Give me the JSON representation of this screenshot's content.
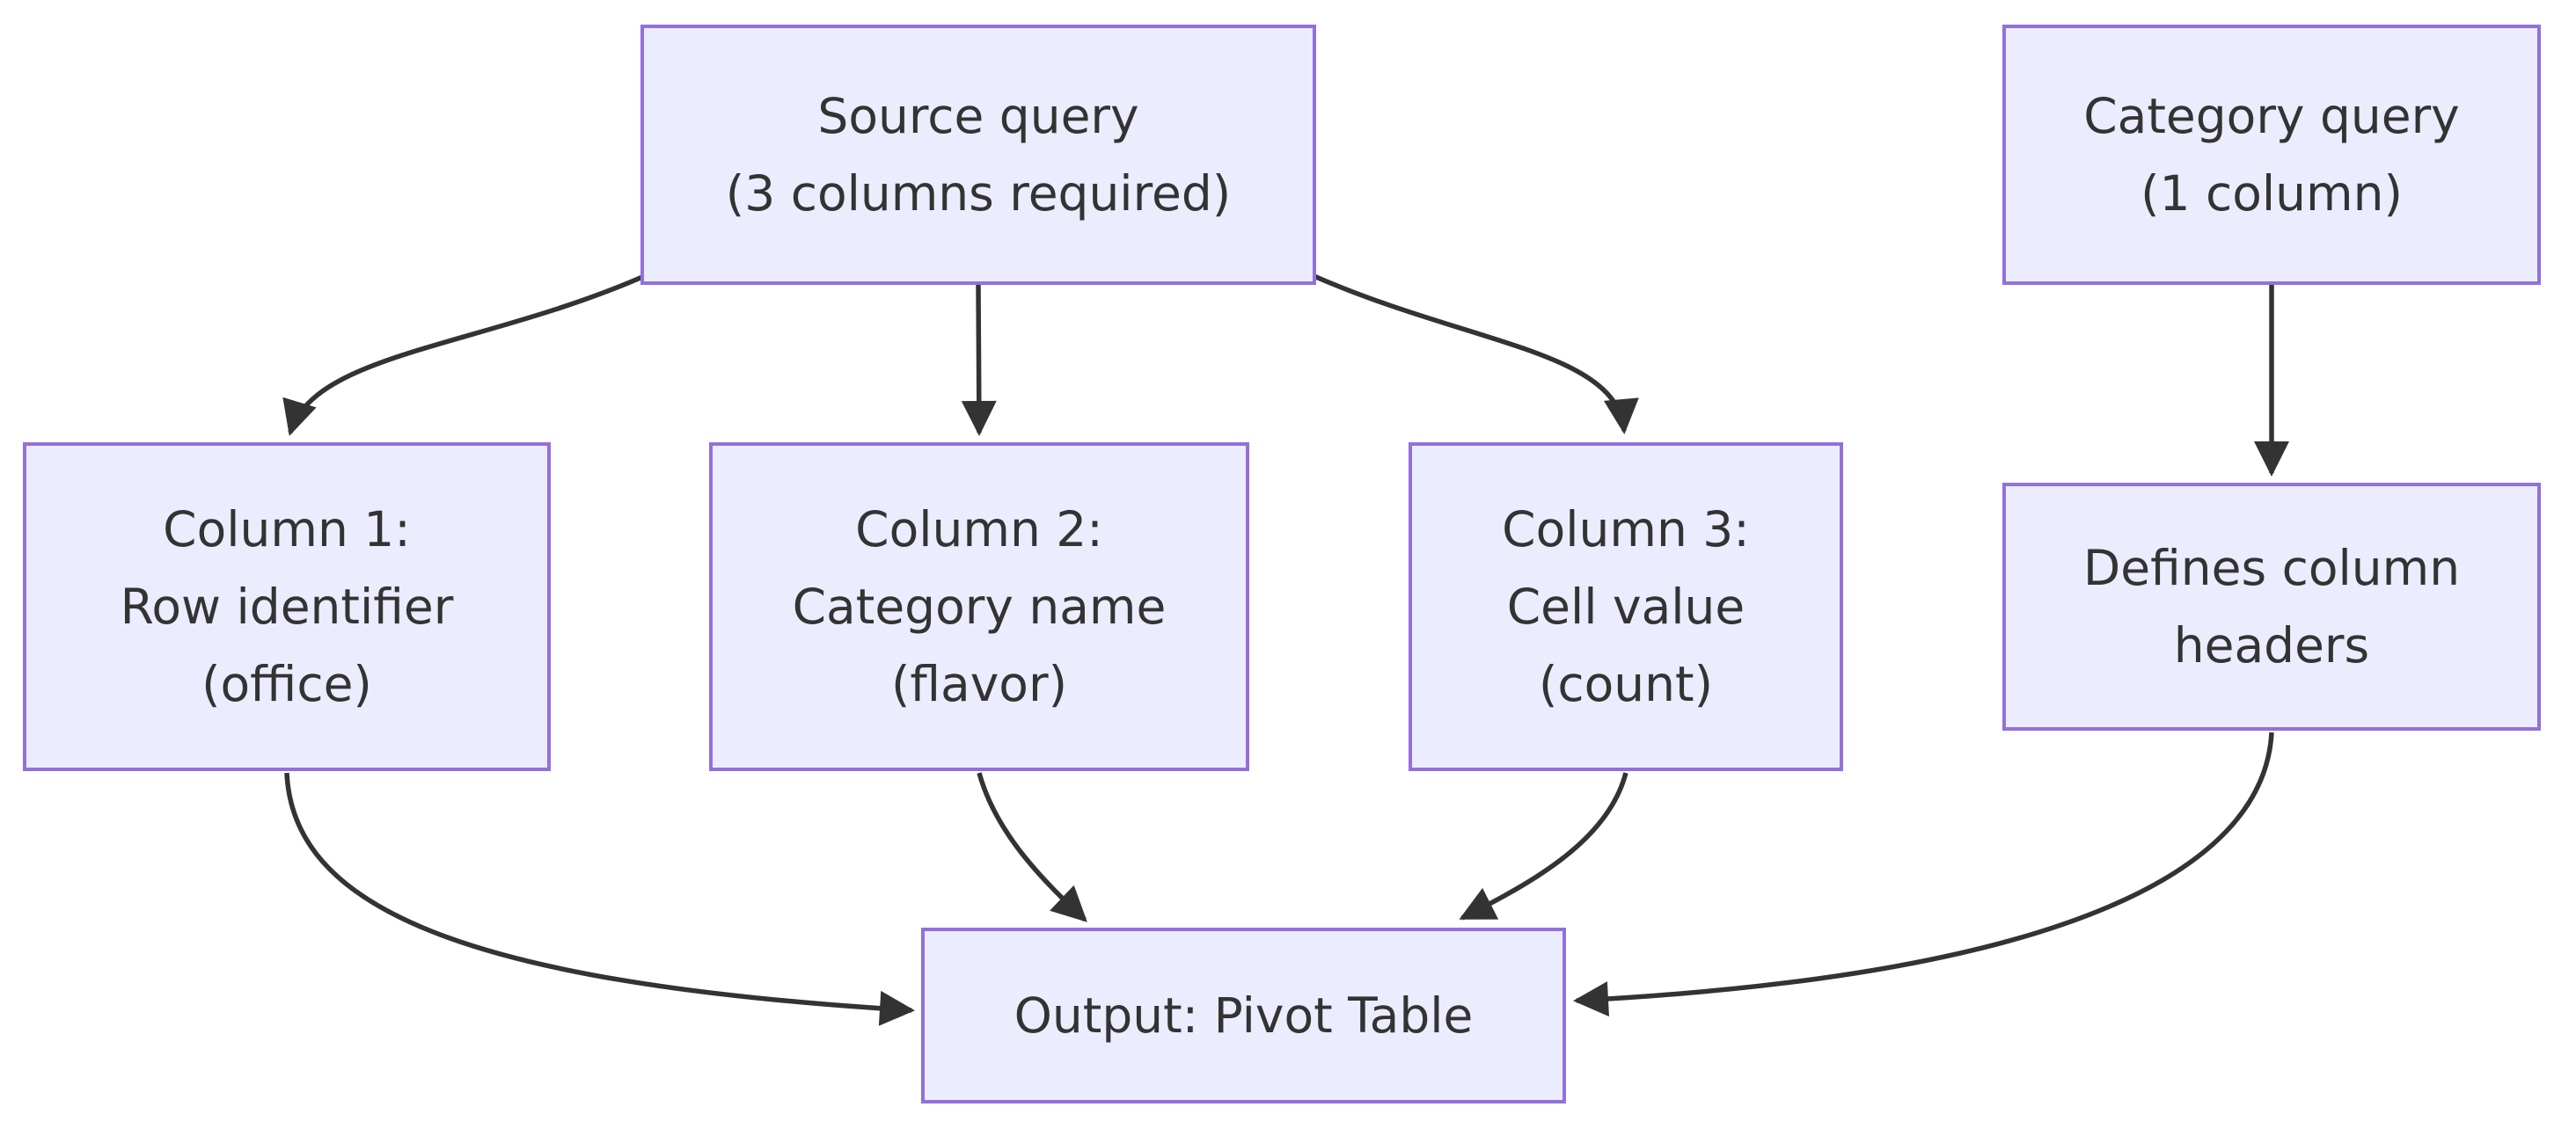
{
  "diagram": {
    "type": "flowchart",
    "colors": {
      "background": "#ffffff",
      "node_fill": "#ECECFF",
      "node_border": "#9370DB",
      "edge_color": "#333333",
      "text_color": "#333333"
    },
    "nodes": {
      "source": {
        "lines": [
          "Source query",
          "(3 columns required)"
        ]
      },
      "category": {
        "lines": [
          "Category query",
          "(1 column)"
        ]
      },
      "col1": {
        "lines": [
          "Column 1:",
          "Row identifier",
          "(office)"
        ]
      },
      "col2": {
        "lines": [
          "Column 2:",
          "Category name",
          "(flavor)"
        ]
      },
      "col3": {
        "lines": [
          "Column 3:",
          "Cell value",
          "(count)"
        ]
      },
      "headers": {
        "lines": [
          "Defines column",
          "headers"
        ]
      },
      "output": {
        "lines": [
          "Output: Pivot Table"
        ]
      }
    },
    "edges": [
      {
        "from": "Source query",
        "to": "Column 1: Row identifier (office)"
      },
      {
        "from": "Source query",
        "to": "Column 2: Category name (flavor)"
      },
      {
        "from": "Source query",
        "to": "Column 3: Cell value (count)"
      },
      {
        "from": "Category query",
        "to": "Defines column headers"
      },
      {
        "from": "Column 1: Row identifier (office)",
        "to": "Output: Pivot Table"
      },
      {
        "from": "Column 2: Category name (flavor)",
        "to": "Output: Pivot Table"
      },
      {
        "from": "Column 3: Cell value (count)",
        "to": "Output: Pivot Table"
      },
      {
        "from": "Defines column headers",
        "to": "Output: Pivot Table"
      }
    ]
  }
}
